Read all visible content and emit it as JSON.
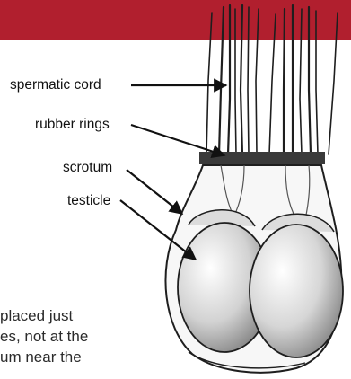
{
  "colors": {
    "banner": "#b11f2e",
    "ring": "#3a3a3a",
    "outline": "#1e1e1e",
    "text": "#2b2b2b"
  },
  "labels": {
    "spermatic_cord": "spermatic cord",
    "rubber_rings": "rubber rings",
    "scrotum": "scrotum",
    "testicle": "testicle"
  },
  "body_text": {
    "line1": "placed just",
    "line2": "es, not at the",
    "line3": "um near the"
  }
}
